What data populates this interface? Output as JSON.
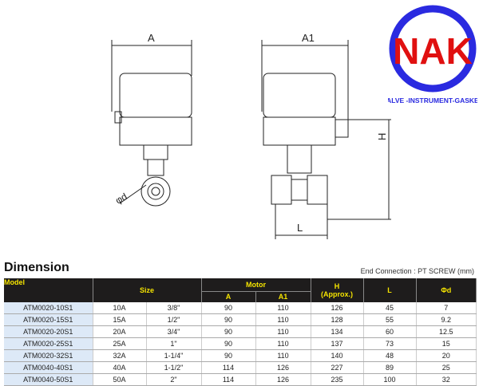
{
  "drawing": {
    "dim_a": "A",
    "dim_a1": "A1",
    "dim_h": "H",
    "dim_l": "L",
    "dim_d": "φd"
  },
  "logo": {
    "text": "NAK",
    "tagline": "VALVE -INSTRUMENT-GASKET",
    "ring_color": "#2a2ae0",
    "text_color": "#e01010"
  },
  "section_title": "Dimension",
  "end_connection": "End Connection : PT SCREW (mm)",
  "table": {
    "headers": {
      "model": "Model",
      "size": "Size",
      "motor": "Motor",
      "a": "A",
      "a1": "A1",
      "h": "H\n(Approx.)",
      "l": "L",
      "d": "Φd"
    },
    "rows": [
      [
        "ATM0020-10S1",
        "10A",
        "3/8\"",
        "90",
        "110",
        "126",
        "45",
        "7"
      ],
      [
        "ATM0020-15S1",
        "15A",
        "1/2\"",
        "90",
        "110",
        "128",
        "55",
        "9.2"
      ],
      [
        "ATM0020-20S1",
        "20A",
        "3/4\"",
        "90",
        "110",
        "134",
        "60",
        "12.5"
      ],
      [
        "ATM0020-25S1",
        "25A",
        "1\"",
        "90",
        "110",
        "137",
        "73",
        "15"
      ],
      [
        "ATM0020-32S1",
        "32A",
        "1-1/4\"",
        "90",
        "110",
        "140",
        "48",
        "20"
      ],
      [
        "ATM0040-40S1",
        "40A",
        "1-1/2\"",
        "114",
        "126",
        "227",
        "89",
        "25"
      ],
      [
        "ATM0040-50S1",
        "50A",
        "2\"",
        "114",
        "126",
        "235",
        "100",
        "32"
      ]
    ]
  }
}
